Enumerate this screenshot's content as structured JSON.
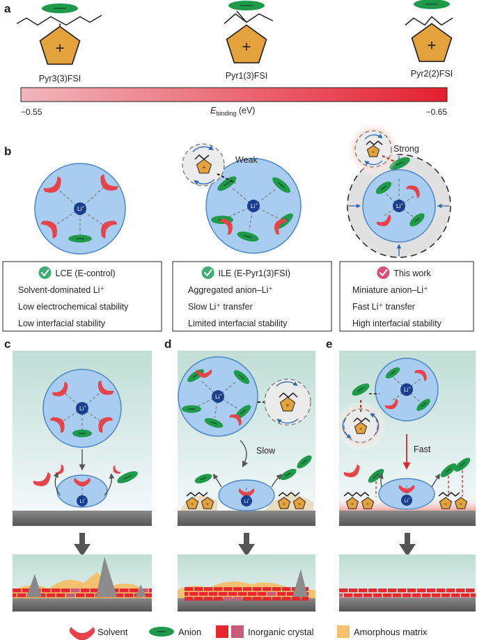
{
  "panels": {
    "a": "a",
    "b": "b",
    "c": "c",
    "d": "d",
    "e": "e"
  },
  "cations": [
    {
      "name": "Pyr3(3)FSI"
    },
    {
      "name": "Pyr1(3)FSI"
    },
    {
      "name": "Pyr2(2)FSI"
    }
  ],
  "colorbar": {
    "left_value": "−0.55",
    "right_value": "−0.65",
    "label_main": "E",
    "label_sub": "binding",
    "label_unit": " (eV)",
    "color_start": "#f0b3b8",
    "color_end": "#e3202f"
  },
  "labels": {
    "li": "Li",
    "plus": "+",
    "minus": "−",
    "weak": "Weak",
    "strong": "Strong",
    "slow": "Slow",
    "fast": "Fast"
  },
  "boxes": [
    {
      "title": "LCE (E-control)",
      "lines": [
        "Solvent-dominated Li⁺",
        "Low electrochemical stability",
        "Low interfacial stability"
      ],
      "check_color": "#3fae73"
    },
    {
      "title": "ILE (E-Pyr1(3)FSI)",
      "lines": [
        "Aggregated anion–Li⁺",
        "Slow Li⁺ transfer",
        "Limited interfacial stability"
      ],
      "check_color": "#3fae73"
    },
    {
      "title": "This work",
      "lines": [
        "Miniature anion–Li⁺",
        "Fast Li⁺ transfer",
        "High interfacial stability"
      ],
      "check_color": "#d6527b"
    }
  ],
  "legend": [
    {
      "label": "Solvent"
    },
    {
      "label": "Anion"
    },
    {
      "label": "Inorganic crystal"
    },
    {
      "label": "Amorphous matrix"
    }
  ],
  "colors": {
    "solvent": "#e8434a",
    "anion": "#1f9a4a",
    "cation": "#e4a23c",
    "li": "#1b3f8f",
    "shell": "#a9cdf0",
    "crystal": "#e8262e",
    "crystal2": "#c95a78",
    "amorphous": "#f3c170",
    "electrode": "#6f6f6f"
  }
}
